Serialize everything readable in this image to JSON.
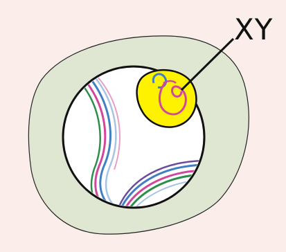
{
  "diagram": {
    "label": "XY"
  },
  "colors": {
    "background": "#fbeeea",
    "outer_ring": "#dfe6d1",
    "lumen": "#ffffff",
    "outline": "#111111",
    "nucleus_fill": "#fff200",
    "chromosome_pink": "#d0479b",
    "chromosome_blue": "#3f7fc2",
    "chromosome_green": "#2b8f4a",
    "chromosome_purple": "#6a4c9c",
    "leader_line": "#111111"
  },
  "icons": {
    "structures": [
      "outer-ring",
      "lumen",
      "nucleus",
      "chromosome-strands",
      "leader-line"
    ]
  }
}
